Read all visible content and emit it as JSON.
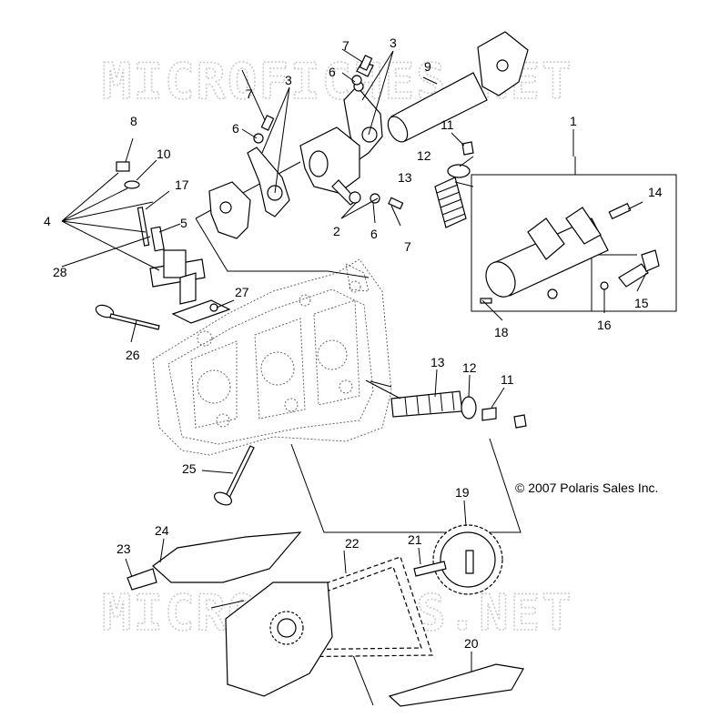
{
  "watermarks": [
    "MICROFICHES.NET",
    "MICROFICHES.NET"
  ],
  "copyright": "© 2007 Polaris Sales Inc.",
  "callouts": [
    {
      "id": "c1",
      "label": "1"
    },
    {
      "id": "c2",
      "label": "2"
    },
    {
      "id": "c3a",
      "label": "3"
    },
    {
      "id": "c3b",
      "label": "3"
    },
    {
      "id": "c4",
      "label": "4"
    },
    {
      "id": "c5",
      "label": "5"
    },
    {
      "id": "c6a",
      "label": "6"
    },
    {
      "id": "c6b",
      "label": "6"
    },
    {
      "id": "c6c",
      "label": "6"
    },
    {
      "id": "c7a",
      "label": "7"
    },
    {
      "id": "c7b",
      "label": "7"
    },
    {
      "id": "c7c",
      "label": "7"
    },
    {
      "id": "c8",
      "label": "8"
    },
    {
      "id": "c9",
      "label": "9"
    },
    {
      "id": "c10",
      "label": "10"
    },
    {
      "id": "c11a",
      "label": "11"
    },
    {
      "id": "c11b",
      "label": "11"
    },
    {
      "id": "c12a",
      "label": "12"
    },
    {
      "id": "c12b",
      "label": "12"
    },
    {
      "id": "c13a",
      "label": "13"
    },
    {
      "id": "c13b",
      "label": "13"
    },
    {
      "id": "c14",
      "label": "14"
    },
    {
      "id": "c15",
      "label": "15"
    },
    {
      "id": "c16",
      "label": "16"
    },
    {
      "id": "c17",
      "label": "17"
    },
    {
      "id": "c18",
      "label": "18"
    },
    {
      "id": "c19",
      "label": "19"
    },
    {
      "id": "c20",
      "label": "20"
    },
    {
      "id": "c21",
      "label": "21"
    },
    {
      "id": "c22",
      "label": "22"
    },
    {
      "id": "c23",
      "label": "23"
    },
    {
      "id": "c24",
      "label": "24"
    },
    {
      "id": "c25",
      "label": "25"
    },
    {
      "id": "c26",
      "label": "26"
    },
    {
      "id": "c27",
      "label": "27"
    },
    {
      "id": "c28",
      "label": "28"
    }
  ]
}
